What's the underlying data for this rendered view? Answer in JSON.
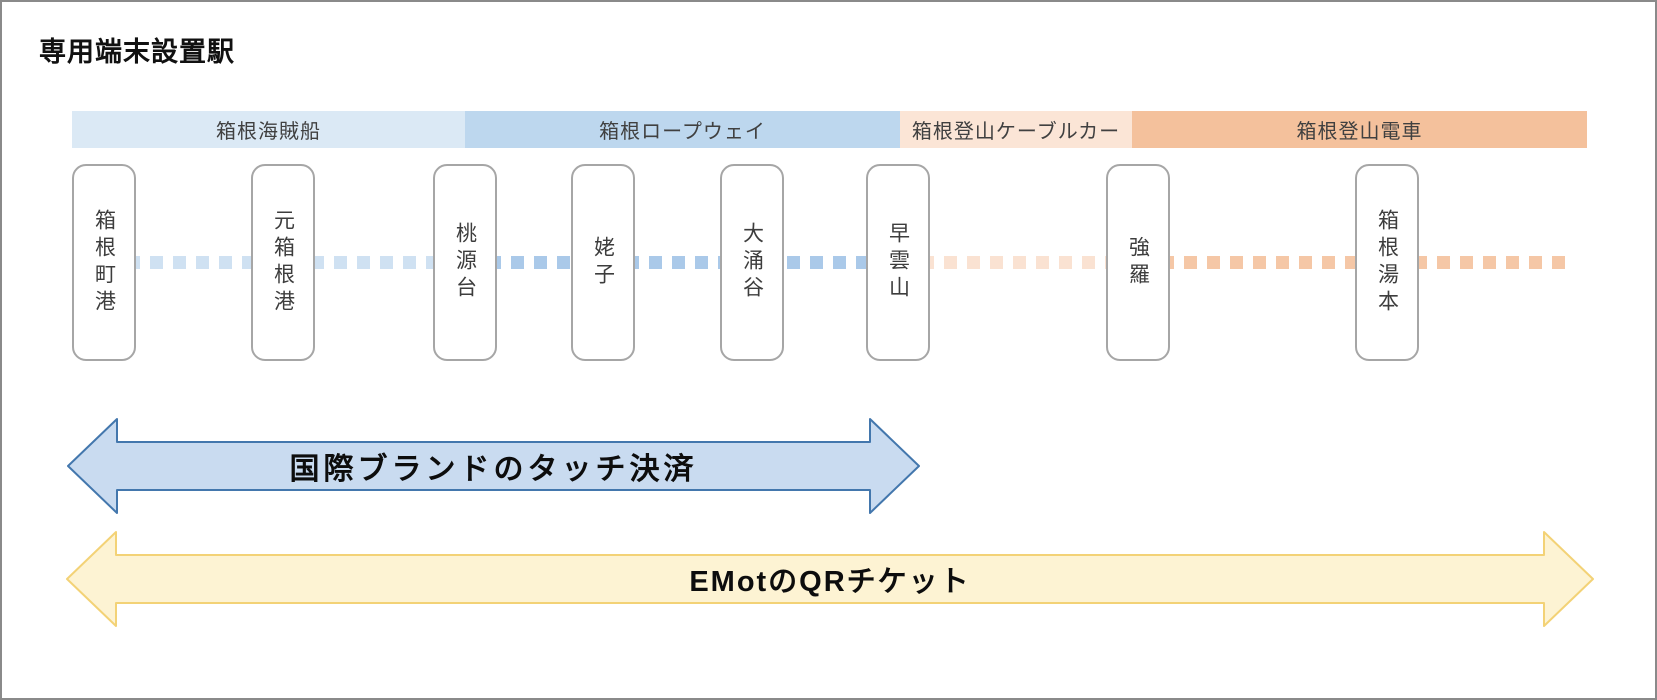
{
  "title": "専用端末設置駅",
  "lines": [
    {
      "name": "箱根海賊船",
      "bar_color": "#dbe9f5",
      "dot_color": "#cfe1f2"
    },
    {
      "name": "箱根ロープウェイ",
      "bar_color": "#bdd7ee",
      "dot_color": "#aac9e9"
    },
    {
      "name": "箱根登山ケーブルカー",
      "bar_color": "#fbe5d6",
      "dot_color": "#fae2d2"
    },
    {
      "name": "箱根登山電車",
      "bar_color": "#f4c19c",
      "dot_color": "#f5c7a6"
    }
  ],
  "stations": [
    {
      "name": "箱根町港"
    },
    {
      "name": "元箱根港"
    },
    {
      "name": "桃源台"
    },
    {
      "name": "姥子"
    },
    {
      "name": "大涌谷"
    },
    {
      "name": "早雲山"
    },
    {
      "name": "強羅"
    },
    {
      "name": "箱根湯本"
    }
  ],
  "payment_arrows": {
    "touch": {
      "label": "国際ブランドのタッチ決済",
      "fill": "#c9dbf0",
      "border": "#4377ad"
    },
    "qr": {
      "label": "EMotのQRチケット",
      "fill": "#fdf3d3",
      "border": "#f3d276"
    }
  }
}
